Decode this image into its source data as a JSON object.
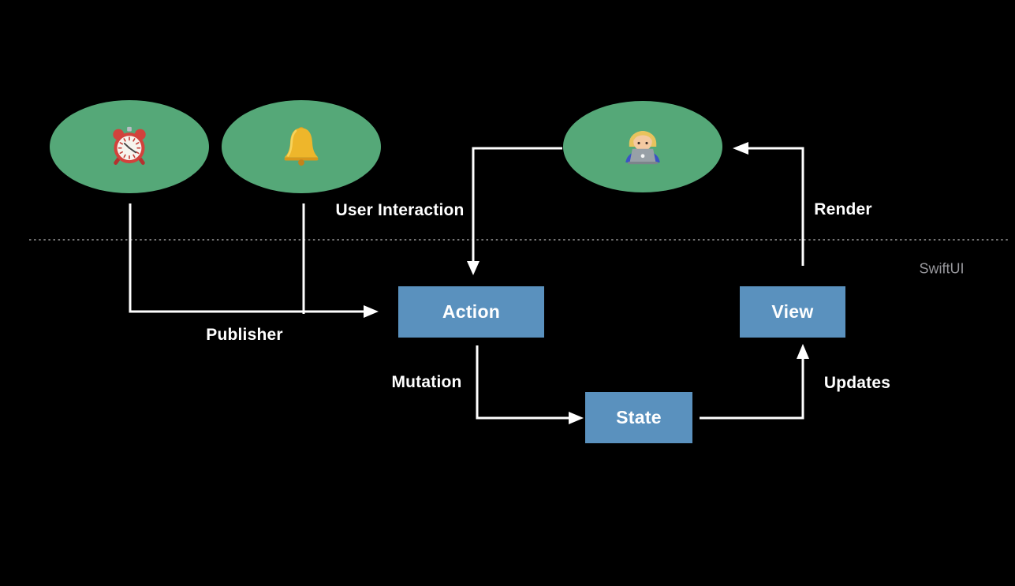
{
  "colors": {
    "background": "#000000",
    "ellipse_green": "#55a878",
    "box_blue": "#5a91be",
    "arrow_white": "#ffffff",
    "divider_gray": "#9a9a9a",
    "swiftui_gray": "#98989d",
    "label_white": "#ffffff"
  },
  "diagram": {
    "swiftui_label": "SwiftUI",
    "boxes": {
      "action": "Action",
      "state": "State",
      "view": "View"
    },
    "labels": {
      "user_interaction": "User Interaction",
      "render": "Render",
      "publisher": "Publisher",
      "mutation": "Mutation",
      "updates": "Updates"
    },
    "icons": {
      "source1": "alarm-clock",
      "source2": "bell",
      "user": "person-at-laptop"
    }
  }
}
